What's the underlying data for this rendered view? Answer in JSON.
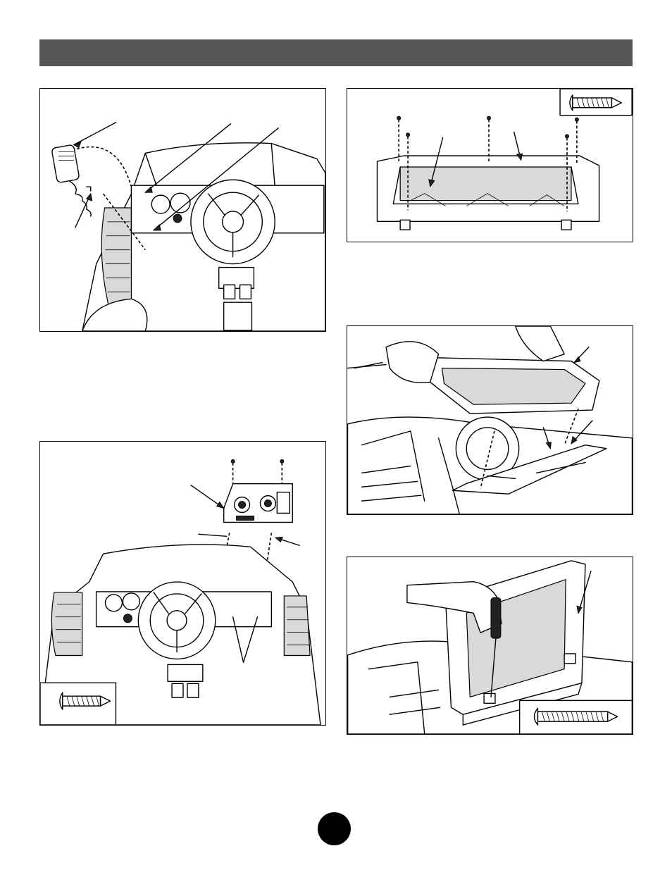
{
  "page": {
    "header": {
      "title": ""
    },
    "figures": [
      {
        "id": "figure-1",
        "callouts": 4
      },
      {
        "id": "figure-2",
        "callouts": 2,
        "inset": "screw-icon"
      },
      {
        "id": "figure-3",
        "callouts": 3
      },
      {
        "id": "figure-4",
        "callouts": 4,
        "inset": "screw-icon"
      },
      {
        "id": "figure-5",
        "callouts": 1,
        "inset": "long-screw-icon"
      }
    ],
    "page_number": ""
  }
}
